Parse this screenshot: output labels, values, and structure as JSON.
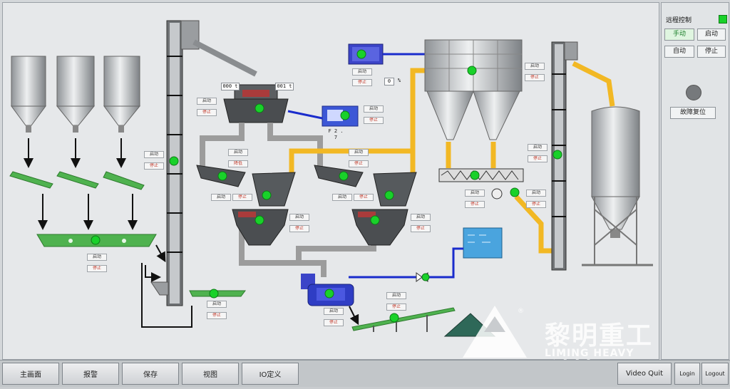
{
  "colors": {
    "running": "#19d12a",
    "pipe": "#9c9c9c",
    "chute": "#f2b824",
    "water": "#1a2ccc",
    "conveyor": "#4fb24f",
    "machine": "#4a4d50"
  },
  "panel": {
    "title": "远程控制",
    "manual": "手动",
    "start": "启动",
    "auto": "自动",
    "stop": "停止",
    "reset": "故障复位"
  },
  "footer": {
    "main_screen": "主画面",
    "alarm": "报警",
    "save": "保存",
    "view": "视图",
    "io": "IO定义",
    "video": "Video Quit",
    "login": "Login",
    "logout": "Logout"
  },
  "controls": {
    "start": "启动",
    "stop": "停止",
    "down": "降低"
  },
  "readouts": {
    "crusher_left": "000 t",
    "crusher_right": "001 t",
    "setpoint": "0",
    "unit": "%",
    "inverter": "F 2 . 7"
  },
  "watermark": {
    "cn": "黎明重工科技",
    "en": "LIMING HEAVY INDUSTRY",
    "reg": "®"
  }
}
